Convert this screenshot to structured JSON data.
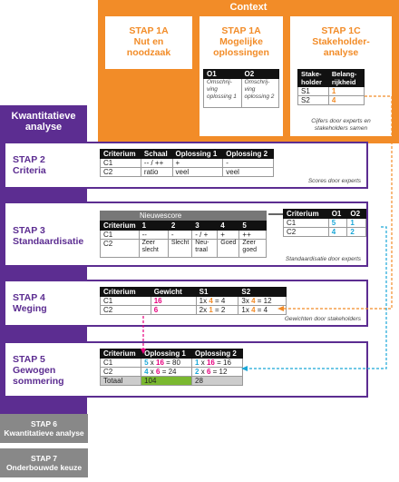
{
  "context": {
    "title": "Context",
    "box_1a_nut": {
      "line1": "STAP 1A",
      "line2": "Nut en",
      "line3": "noodzaak"
    },
    "box_1a_opl": {
      "line1": "STAP 1A",
      "line2": "Mogelijke",
      "line3": "oplossingen",
      "headers": [
        "O1",
        "O2"
      ],
      "cells": [
        "Omschrij-ving oplossing 1",
        "Omschrij-ving oplossing 2"
      ]
    },
    "box_1c": {
      "line1": "STAP 1C",
      "line2": "Stakeholder-",
      "line3": "analyse",
      "headers": [
        "Stake-holder",
        "Belang-rijkheid"
      ],
      "rows": [
        [
          "S1",
          "1"
        ],
        [
          "S2",
          "4"
        ]
      ],
      "note": "Cijfers door experts en stakeholders samen"
    }
  },
  "sidebar": {
    "title_line1": "Kwantitatieve",
    "title_line2": "analyse"
  },
  "step2": {
    "label1": "STAP 2",
    "label2": "Criteria",
    "headers": [
      "Criterium",
      "Schaal",
      "Oplossing 1",
      "Oplossing 2"
    ],
    "rows": [
      [
        "C1",
        "-- / ++",
        "+",
        "-"
      ],
      [
        "C2",
        "ratio",
        "veel",
        "veel"
      ]
    ],
    "note": "Scores door experts"
  },
  "step3": {
    "label1": "STAP 3",
    "label2": "Standaardisatie",
    "new_score": "Nieuwescore",
    "headers": [
      "Criterium",
      "1",
      "2",
      "3",
      "4",
      "5"
    ],
    "row1": [
      "C1",
      "--",
      "-",
      "- / +",
      "+",
      "++"
    ],
    "row2": [
      "C2",
      "Zeer slecht",
      "Slecht",
      "Neu-traal",
      "Goed",
      "Zeer goed"
    ],
    "result_headers": [
      "Criterium",
      "O1",
      "O2"
    ],
    "result_rows": [
      [
        "C1",
        "5",
        "1"
      ],
      [
        "C2",
        "4",
        "2"
      ]
    ],
    "note": "Standaardisatie door experts"
  },
  "step4": {
    "label1": "STAP 4",
    "label2": "Weging",
    "headers": [
      "Criterium",
      "Gewicht",
      "S1",
      "S2"
    ],
    "rows": [
      {
        "c": "C1",
        "w": "16",
        "s1a": "1x",
        "s1b": "4",
        "s1c": "= 4",
        "s2a": "3x",
        "s2b": "4",
        "s2c": "= 12"
      },
      {
        "c": "C2",
        "w": "6",
        "s1a": "2x",
        "s1b": "1",
        "s1c": "= 2",
        "s2a": "1x",
        "s2b": "4",
        "s2c": "= 4"
      }
    ],
    "note": "Gewichten door stakeholders"
  },
  "step5": {
    "label1": "STAP 5",
    "label2": "Gewogen",
    "label3": "sommering",
    "headers": [
      "Criterium",
      "Oplossing 1",
      "Oplossing 2"
    ],
    "rows": [
      {
        "c": "C1",
        "a": "5",
        "x": "x",
        "b": "16",
        "r": "= 80",
        "a2": "1",
        "x2": "x",
        "b2": "16",
        "r2": "= 16"
      },
      {
        "c": "C2",
        "a": "4",
        "x": "x",
        "b": "6",
        "r": "= 24",
        "a2": "2",
        "x2": "x",
        "b2": "6",
        "r2": "= 12"
      }
    ],
    "total": [
      "Totaal",
      "104",
      "28"
    ]
  },
  "step6": {
    "line1": "STAP 6",
    "line2": "Kwantitatieve analyse"
  },
  "step7": {
    "line1": "STAP 7",
    "line2": "Onderbouwde keuze"
  },
  "colors": {
    "orange": "#f28c28",
    "purple": "#5c2d91",
    "magenta": "#e6007e",
    "cyan": "#1aa7d8",
    "green": "#7ab830"
  }
}
